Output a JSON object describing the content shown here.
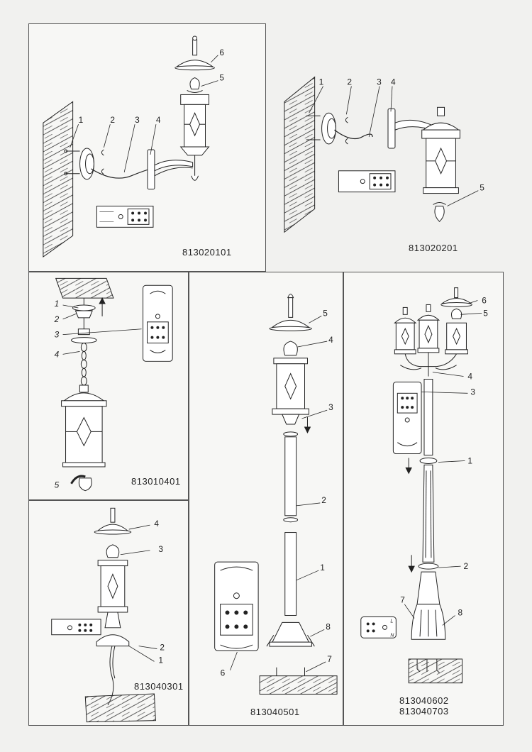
{
  "panels": {
    "wall_left": {
      "code": "813020101",
      "callouts": [
        "1",
        "2",
        "3",
        "4",
        "5",
        "6"
      ]
    },
    "wall_right": {
      "code": "813020201",
      "callouts": [
        "1",
        "2",
        "3",
        "4",
        "5"
      ]
    },
    "pendant": {
      "code": "813010401",
      "callouts": [
        "1",
        "2",
        "3",
        "4",
        "5"
      ]
    },
    "pillar_short": {
      "code": "813040301",
      "callouts": [
        "1",
        "2",
        "3",
        "4"
      ]
    },
    "post_tall": {
      "code": "813040501",
      "callouts": [
        "1",
        "2",
        "3",
        "4",
        "5",
        "6",
        "7",
        "8"
      ]
    },
    "post_triple": {
      "codes": [
        "813040602",
        "813040703"
      ],
      "callouts": [
        "1",
        "2",
        "3",
        "4",
        "5",
        "6",
        "7",
        "8"
      ],
      "terminal_labels": [
        "L",
        "N"
      ]
    }
  },
  "colors": {
    "line": "#222222",
    "panel_border": "#555555",
    "paper": "#f7f7f5"
  }
}
